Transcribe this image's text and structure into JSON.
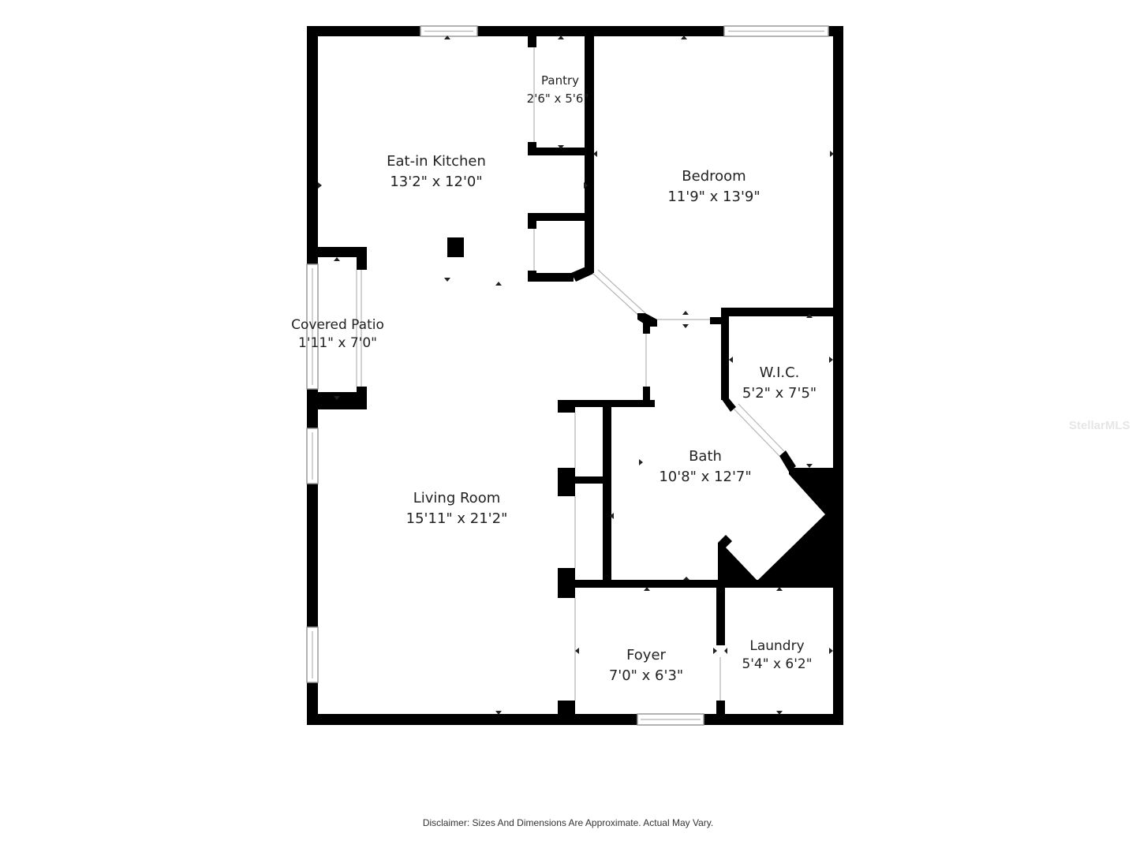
{
  "rooms": {
    "kitchen": {
      "name": "Eat-in Kitchen",
      "dims": "13'2\" x 12'0\""
    },
    "pantry": {
      "name": "Pantry",
      "dims": "2'6\" x 5'6\""
    },
    "bedroom": {
      "name": "Bedroom",
      "dims": "11'9\" x 13'9\""
    },
    "patio": {
      "name": "Covered Patio",
      "dims": "1'11\" x 7'0\""
    },
    "wic": {
      "name": "W.I.C.",
      "dims": "5'2\" x 7'5\""
    },
    "bath": {
      "name": "Bath",
      "dims": "10'8\" x 12'7\""
    },
    "living": {
      "name": "Living Room",
      "dims": "15'11\" x 21'2\""
    },
    "foyer": {
      "name": "Foyer",
      "dims": "7'0\" x 6'3\""
    },
    "laundry": {
      "name": "Laundry",
      "dims": "5'4\" x 6'2\""
    }
  },
  "disclaimer": "Disclaimer: Sizes And Dimensions Are Approximate. Actual May Vary.",
  "watermark": "StellarMLS",
  "colors": {
    "wall": "#000000",
    "background": "#ffffff",
    "text": "#222222"
  }
}
